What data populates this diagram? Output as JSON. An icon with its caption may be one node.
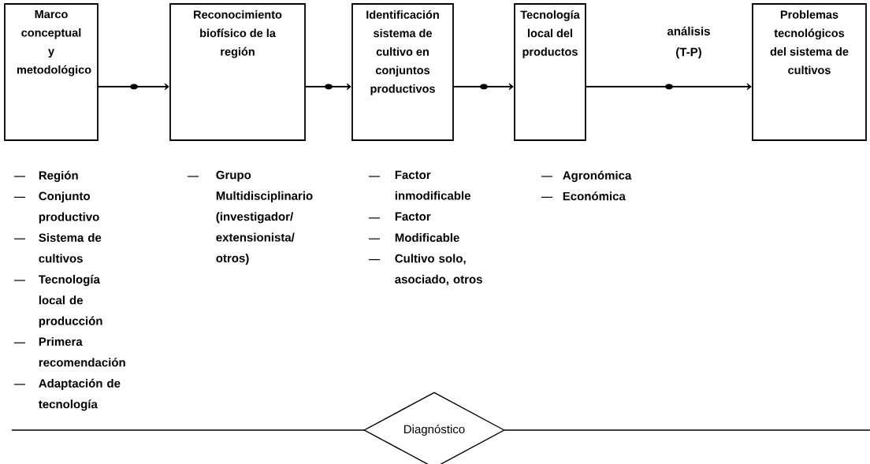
{
  "diagram": {
    "nodes": [
      {
        "text": [
          "Marco conceptual y metodológico"
        ]
      },
      {
        "text": [
          "Reconocimiento biofísico de la región"
        ]
      },
      {
        "text": [
          "Identificación sistema de cultivo en conjuntos productivos"
        ]
      },
      {
        "text": [
          "Tecnología local del productos"
        ]
      },
      {
        "text": [
          "Problemas tecnológicos del sistema de cultivos"
        ]
      },
      {
        "text": [
          "Diagnóstico"
        ]
      }
    ],
    "edges": [
      {
        "from": 0,
        "to": 1,
        "arrow": "to"
      },
      {
        "from": 1,
        "to": 2,
        "arrow": "to"
      },
      {
        "from": 2,
        "to": 3,
        "arrow": "to"
      },
      {
        "from": 3,
        "to": 4,
        "arrow": "to",
        "label": "análisis (T-P)"
      }
    ],
    "labels": [
      "Región",
      "Conjunto productivo",
      "Sistema de cultivos",
      "Tecnología local de producción",
      "Primera recomendación",
      "Adaptación de tecnología",
      "Grupo Multidisciplinario (investigador/ extensionista/ otros)",
      "Factor inmodificable",
      "Factor",
      "Modificable",
      "Cultivo solo, asociado, otros",
      "Agronómica",
      "Económica"
    ]
  }
}
